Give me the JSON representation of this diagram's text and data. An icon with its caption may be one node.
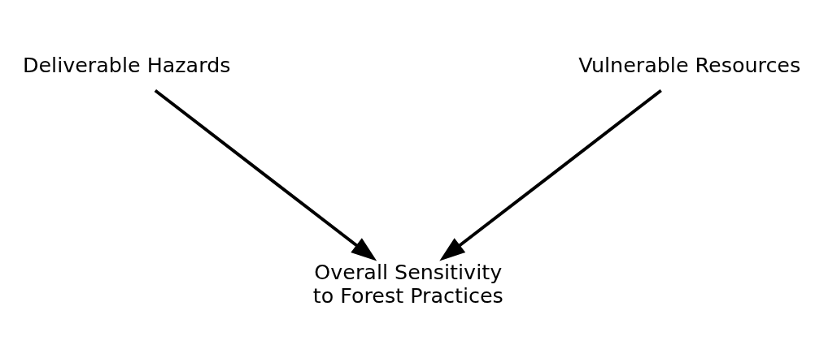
{
  "diagram": {
    "nodes": [
      {
        "text": [
          "Deliverable Hazards"
        ]
      },
      {
        "text": [
          "Vulnerable Resources"
        ]
      },
      {
        "text": [
          "Overall Sensitivity to Forest Practices"
        ]
      }
    ],
    "edges": [
      {
        "from": 0,
        "to": 2,
        "arrow": "to"
      },
      {
        "from": 1,
        "to": 2,
        "arrow": "to"
      }
    ]
  }
}
